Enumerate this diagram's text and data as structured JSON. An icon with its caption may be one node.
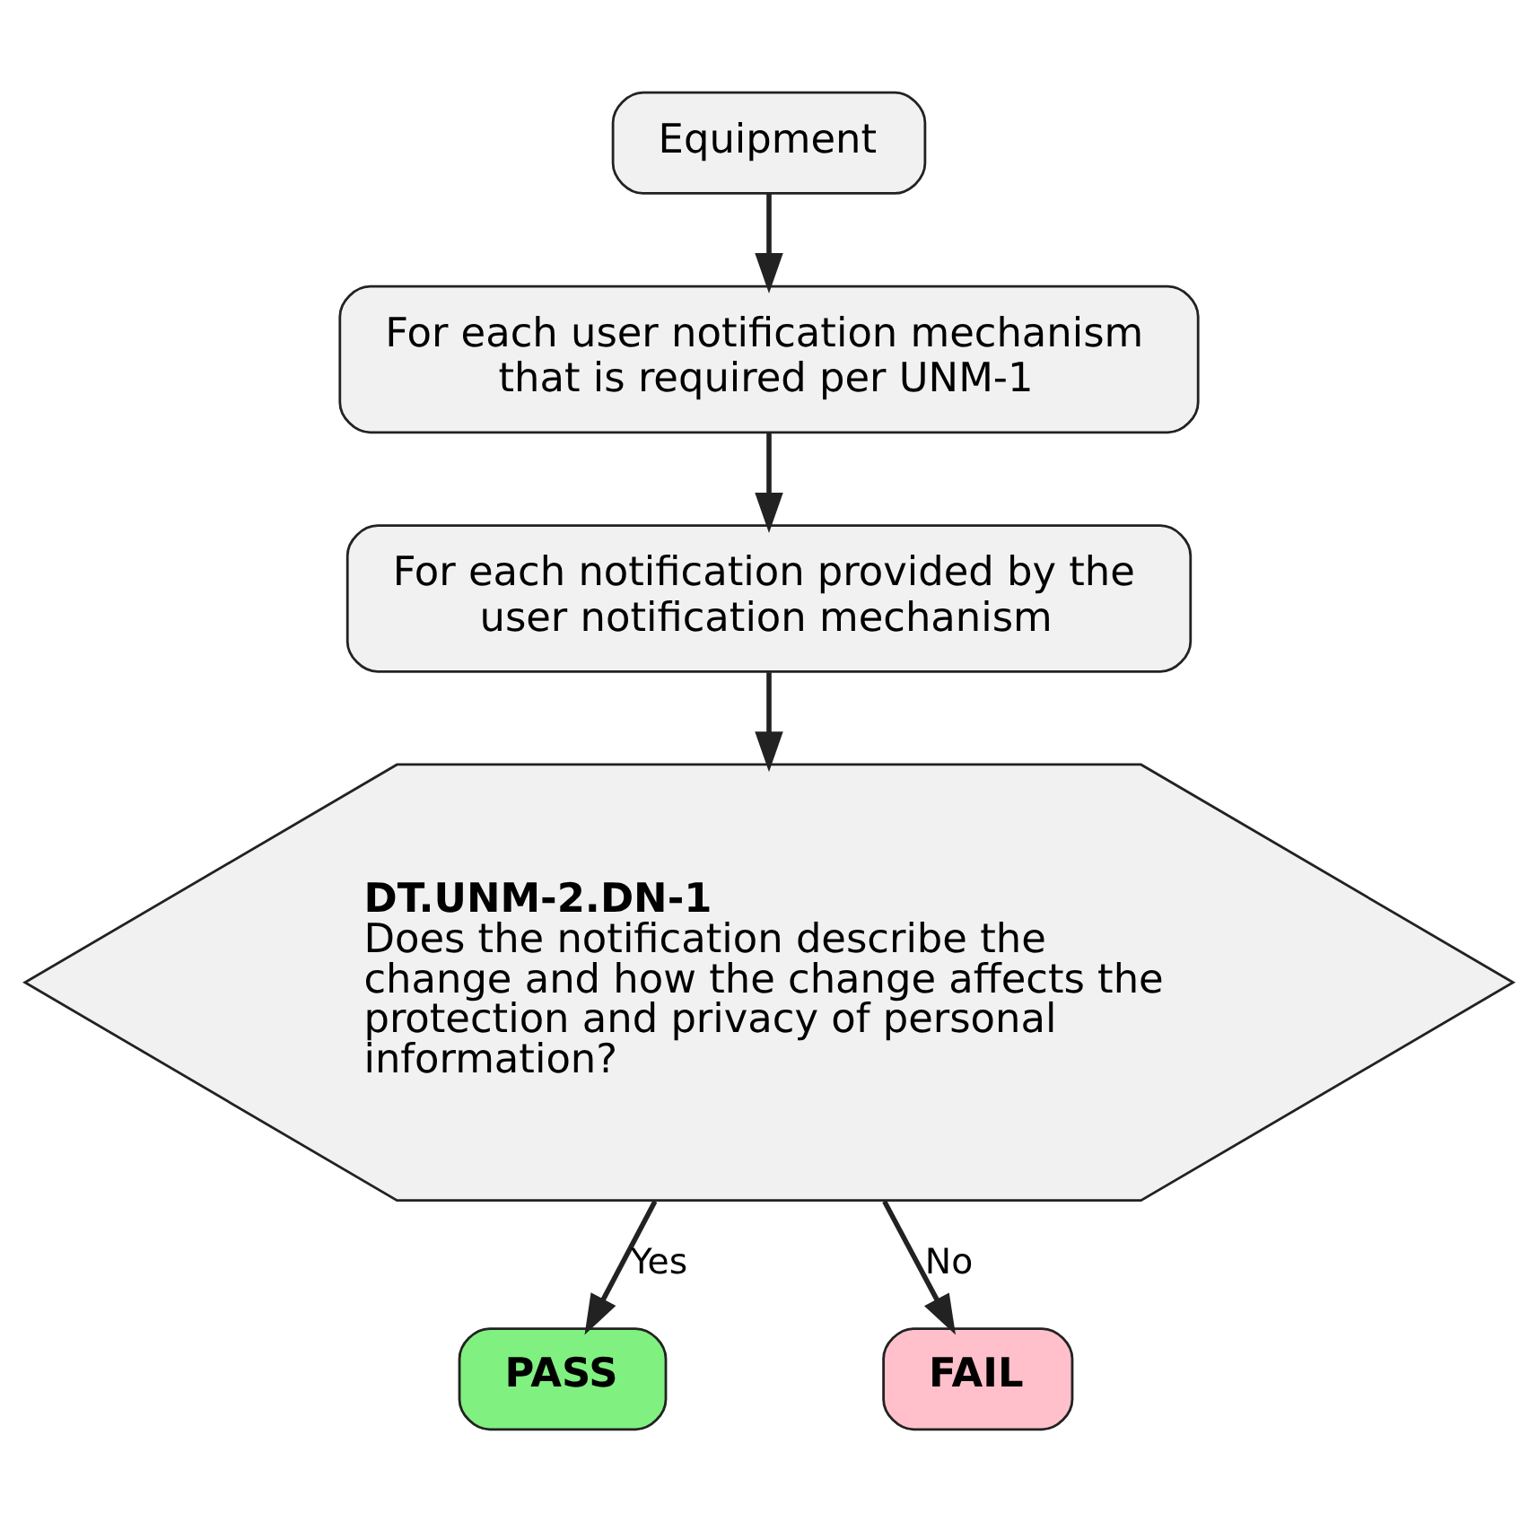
{
  "diagram": {
    "nodes": [
      {
        "text": [
          "Equipment"
        ]
      },
      {
        "text": [
          "For each user notification mechanism that is required per UNM-1"
        ]
      },
      {
        "text": [
          "For each notification provided by the user notification mechanism"
        ]
      },
      {
        "text": [
          "DT.UNM-2.DN-1",
          "Does the notification describe the change and how the change affects the protection and privacy of personal information?"
        ]
      },
      {
        "text": [
          "PASS"
        ]
      },
      {
        "text": [
          "FAIL"
        ]
      }
    ],
    "edges": [
      {
        "from": 0,
        "to": 1,
        "arrow": "to"
      },
      {
        "from": 1,
        "to": 2,
        "arrow": "to"
      },
      {
        "from": 2,
        "to": 3,
        "arrow": "to"
      },
      {
        "from": 3,
        "to": 4,
        "arrow": "to",
        "label": "Yes"
      },
      {
        "from": 3,
        "to": 5,
        "arrow": "to",
        "label": "No"
      }
    ]
  }
}
